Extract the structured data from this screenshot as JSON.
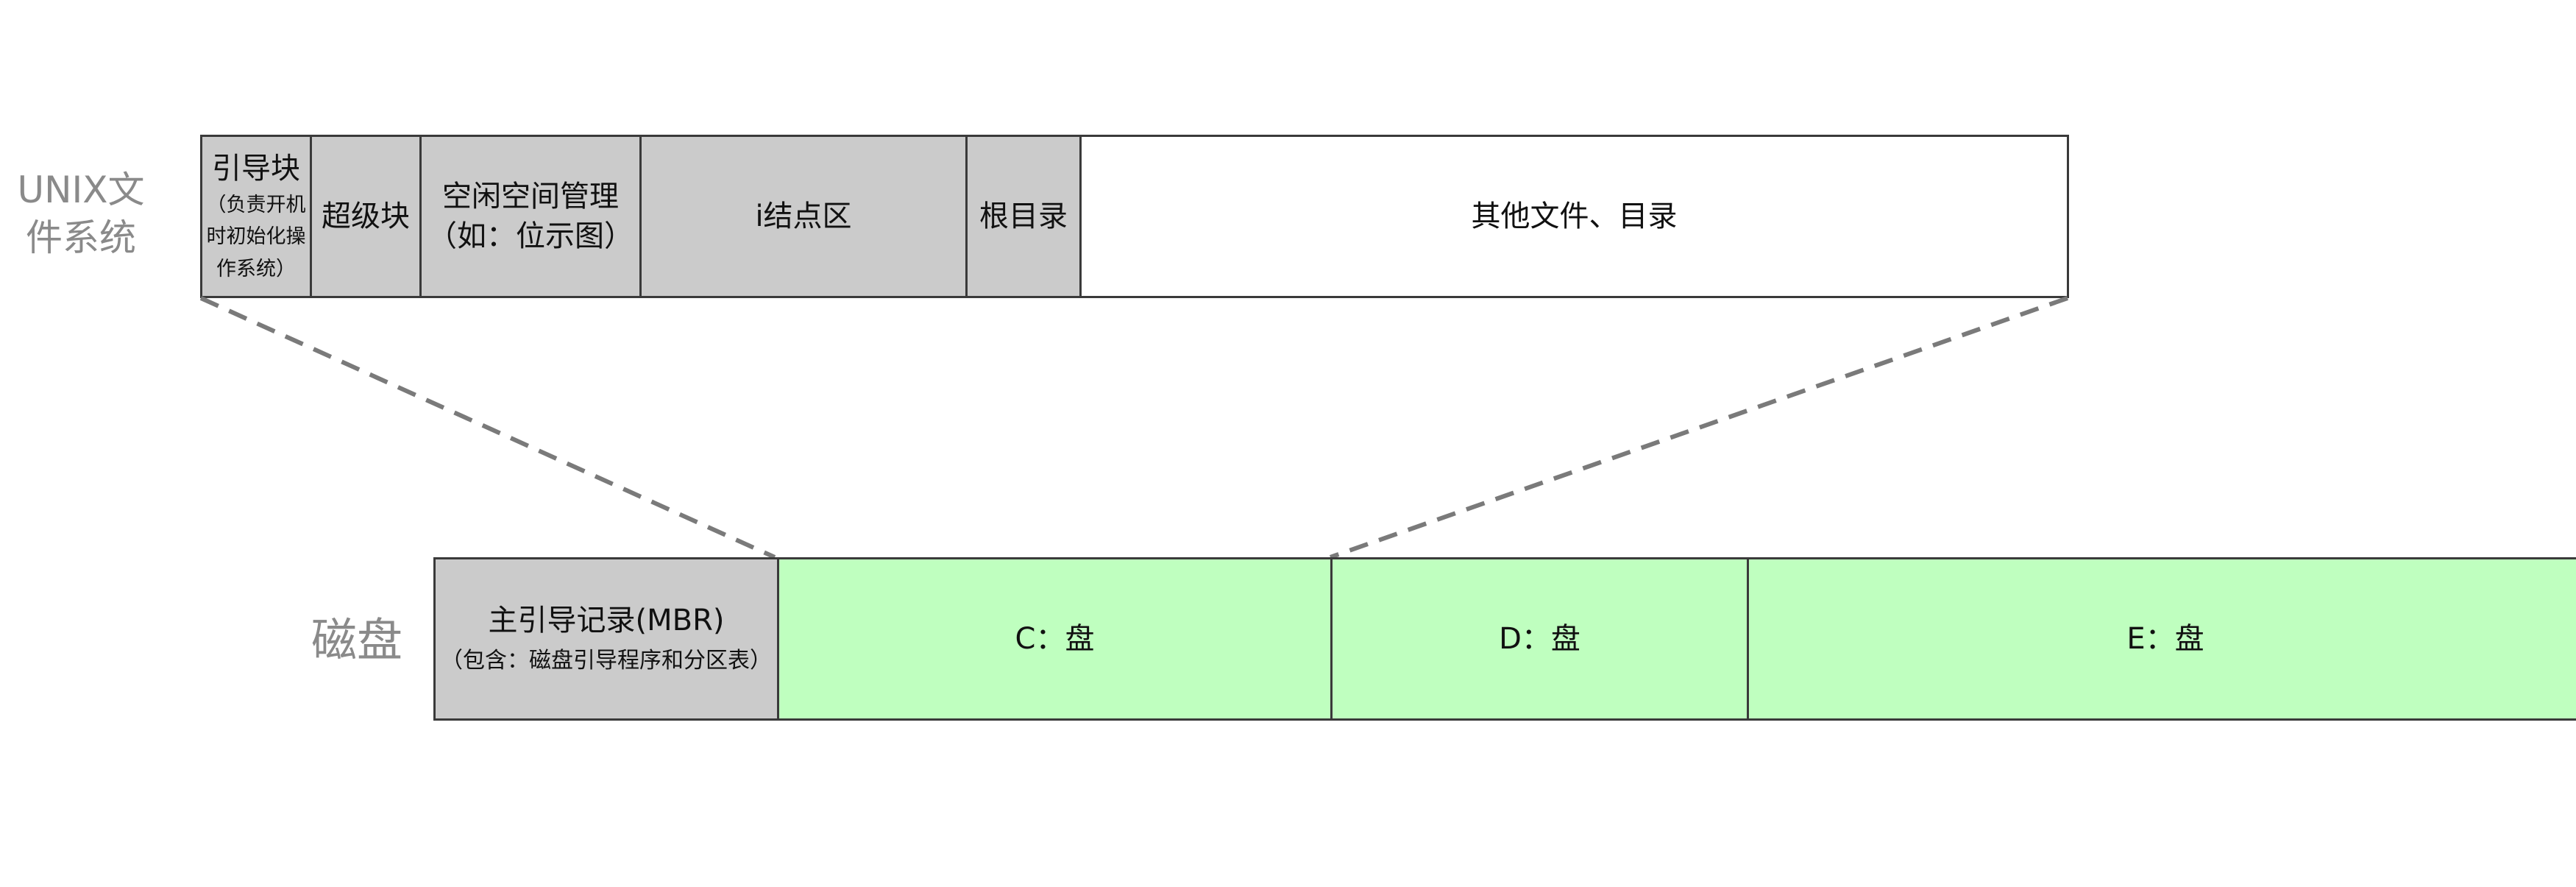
{
  "labels": {
    "unix_fs": "UNIX文件系统",
    "disk": "磁盘"
  },
  "fs_blocks": {
    "boot_block": "引导块",
    "boot_block_note_1": "（负责开机",
    "boot_block_note_2": "时初始化操",
    "boot_block_note_3": "作系统）",
    "super_block": "超级块",
    "free_space_1": "空闲空间管理",
    "free_space_2": "（如：位示图）",
    "inode_area": "i结点区",
    "root_dir": "根目录",
    "other_files": "其他文件、目录"
  },
  "disk_blocks": {
    "mbr": "主引导记录(MBR)",
    "mbr_note": "（包含：磁盘引导程序和分区表）",
    "c_drive": "C：盘",
    "d_drive": "D：盘",
    "e_drive": "E：盘"
  },
  "colors": {
    "metadata_fill": "#cbcbcb",
    "partition_fill": "#bfffbf",
    "border": "#3a3a3a",
    "connector": "#7a7a7a",
    "side_label": "#8a8a8a"
  }
}
